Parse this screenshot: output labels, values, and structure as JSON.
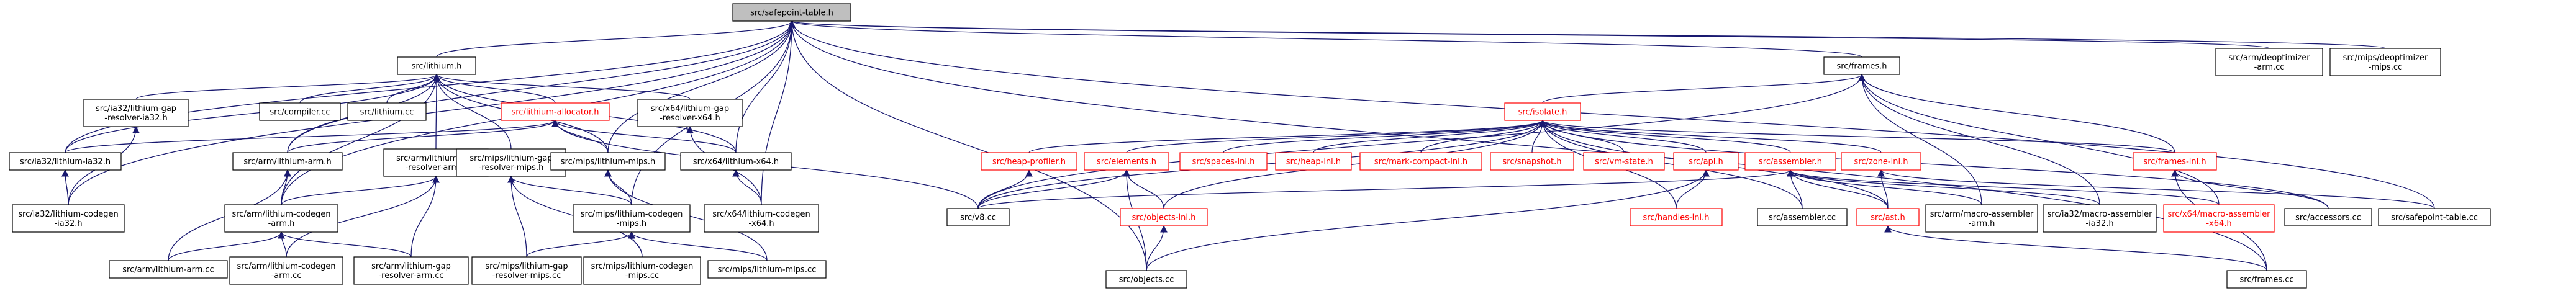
{
  "colors": {
    "edge": "#191970",
    "root_fill": "#bfbfbf",
    "node_fill": "#ffffff",
    "warn_border": "#ff0000",
    "text": "#000000"
  },
  "nodes": [
    {
      "id": "safepoint_h",
      "lines": [
        "src/safepoint-table.h"
      ],
      "kind": "root"
    },
    {
      "id": "lithium_h",
      "lines": [
        "src/lithium.h"
      ]
    },
    {
      "id": "frames_h",
      "lines": [
        "src/frames.h"
      ]
    },
    {
      "id": "arm_deopt",
      "lines": [
        "src/arm/deoptimizer",
        "-arm.cc"
      ]
    },
    {
      "id": "mips_deopt",
      "lines": [
        "src/mips/deoptimizer",
        "-mips.cc"
      ]
    },
    {
      "id": "ia32_gap_h",
      "lines": [
        "src/ia32/lithium-gap",
        "-resolver-ia32.h"
      ]
    },
    {
      "id": "compiler_cc",
      "lines": [
        "src/compiler.cc"
      ]
    },
    {
      "id": "lithium_cc",
      "lines": [
        "src/lithium.cc"
      ]
    },
    {
      "id": "allocator_h",
      "lines": [
        "src/lithium-allocator.h"
      ],
      "kind": "warn"
    },
    {
      "id": "x64_gap_h",
      "lines": [
        "src/x64/lithium-gap",
        "-resolver-x64.h"
      ]
    },
    {
      "id": "isolate_h",
      "lines": [
        "src/isolate.h"
      ],
      "kind": "warn"
    },
    {
      "id": "ia32_lithium_h",
      "lines": [
        "src/ia32/lithium-ia32.h"
      ]
    },
    {
      "id": "arm_lithium_h",
      "lines": [
        "src/arm/lithium-arm.h"
      ]
    },
    {
      "id": "arm_gap_h",
      "lines": [
        "src/arm/lithium-gap",
        "-resolver-arm.h"
      ]
    },
    {
      "id": "mips_gap_h",
      "lines": [
        "src/mips/lithium-gap",
        "-resolver-mips.h"
      ]
    },
    {
      "id": "mips_lithium_h",
      "lines": [
        "src/mips/lithium-mips.h"
      ]
    },
    {
      "id": "x64_lithium_h",
      "lines": [
        "src/x64/lithium-x64.h"
      ]
    },
    {
      "id": "heap_profiler_h",
      "lines": [
        "src/heap-profiler.h"
      ],
      "kind": "warn"
    },
    {
      "id": "elements_h",
      "lines": [
        "src/elements.h"
      ],
      "kind": "warn"
    },
    {
      "id": "spaces_inl_h",
      "lines": [
        "src/spaces-inl.h"
      ],
      "kind": "warn"
    },
    {
      "id": "heap_inl_h",
      "lines": [
        "src/heap-inl.h"
      ],
      "kind": "warn"
    },
    {
      "id": "mark_compact_inl_h",
      "lines": [
        "src/mark-compact-inl.h"
      ],
      "kind": "warn"
    },
    {
      "id": "snapshot_h",
      "lines": [
        "src/snapshot.h"
      ],
      "kind": "warn"
    },
    {
      "id": "vm_state_h",
      "lines": [
        "src/vm-state.h"
      ],
      "kind": "warn"
    },
    {
      "id": "api_h",
      "lines": [
        "src/api.h"
      ],
      "kind": "warn"
    },
    {
      "id": "assembler_h",
      "lines": [
        "src/assembler.h"
      ],
      "kind": "warn"
    },
    {
      "id": "zone_inl_h",
      "lines": [
        "src/zone-inl.h"
      ],
      "kind": "warn"
    },
    {
      "id": "frames_inl_h",
      "lines": [
        "src/frames-inl.h"
      ],
      "kind": "warn"
    },
    {
      "id": "ia32_codegen_h",
      "lines": [
        "src/ia32/lithium-codegen",
        "-ia32.h"
      ]
    },
    {
      "id": "arm_codegen_h",
      "lines": [
        "src/arm/lithium-codegen",
        "-arm.h"
      ]
    },
    {
      "id": "mips_codegen_h",
      "lines": [
        "src/mips/lithium-codegen",
        "-mips.h"
      ]
    },
    {
      "id": "x64_codegen_h",
      "lines": [
        "src/x64/lithium-codegen",
        "-x64.h"
      ]
    },
    {
      "id": "v8_cc",
      "lines": [
        "src/v8.cc"
      ]
    },
    {
      "id": "objects_inl_h",
      "lines": [
        "src/objects-inl.h"
      ],
      "kind": "warn"
    },
    {
      "id": "handles_inl_h",
      "lines": [
        "src/handles-inl.h"
      ],
      "kind": "warn"
    },
    {
      "id": "assembler_cc",
      "lines": [
        "src/assembler.cc"
      ]
    },
    {
      "id": "ast_h",
      "lines": [
        "src/ast.h"
      ],
      "kind": "warn"
    },
    {
      "id": "arm_macro_h",
      "lines": [
        "src/arm/macro-assembler",
        "-arm.h"
      ]
    },
    {
      "id": "ia32_macro_h",
      "lines": [
        "src/ia32/macro-assembler",
        "-ia32.h"
      ]
    },
    {
      "id": "x64_macro_h",
      "lines": [
        "src/x64/macro-assembler",
        "-x64.h"
      ],
      "kind": "warn"
    },
    {
      "id": "accessors_cc",
      "lines": [
        "src/accessors.cc"
      ]
    },
    {
      "id": "safepoint_cc",
      "lines": [
        "src/safepoint-table.cc"
      ]
    },
    {
      "id": "arm_lithium_cc",
      "lines": [
        "src/arm/lithium-arm.cc"
      ]
    },
    {
      "id": "arm_codegen_cc",
      "lines": [
        "src/arm/lithium-codegen",
        "-arm.cc"
      ]
    },
    {
      "id": "arm_gap_cc",
      "lines": [
        "src/arm/lithium-gap",
        "-resolver-arm.cc"
      ]
    },
    {
      "id": "mips_gap_cc",
      "lines": [
        "src/mips/lithium-gap",
        "-resolver-mips.cc"
      ]
    },
    {
      "id": "mips_codegen_cc",
      "lines": [
        "src/mips/lithium-codegen",
        "-mips.cc"
      ]
    },
    {
      "id": "mips_lithium_cc",
      "lines": [
        "src/mips/lithium-mips.cc"
      ]
    },
    {
      "id": "objects_cc",
      "lines": [
        "src/objects.cc"
      ]
    },
    {
      "id": "frames_cc",
      "lines": [
        "src/frames.cc"
      ]
    }
  ],
  "edges": [
    [
      "lithium_h",
      "safepoint_h"
    ],
    [
      "frames_h",
      "safepoint_h"
    ],
    [
      "arm_deopt",
      "safepoint_h"
    ],
    [
      "mips_deopt",
      "safepoint_h"
    ],
    [
      "arm_lithium_h",
      "safepoint_h"
    ],
    [
      "ia32_lithium_h",
      "safepoint_h"
    ],
    [
      "ia32_codegen_h",
      "safepoint_h"
    ],
    [
      "arm_codegen_h",
      "safepoint_h"
    ],
    [
      "mips_lithium_h",
      "safepoint_h"
    ],
    [
      "mips_codegen_h",
      "safepoint_h"
    ],
    [
      "x64_lithium_h",
      "safepoint_h"
    ],
    [
      "x64_codegen_h",
      "safepoint_h"
    ],
    [
      "objects_cc",
      "safepoint_h"
    ],
    [
      "safepoint_cc",
      "safepoint_h"
    ],
    [
      "frames_cc",
      "safepoint_h"
    ],
    [
      "ia32_gap_h",
      "lithium_h"
    ],
    [
      "compiler_cc",
      "lithium_h"
    ],
    [
      "lithium_cc",
      "lithium_h"
    ],
    [
      "allocator_h",
      "lithium_h"
    ],
    [
      "x64_gap_h",
      "lithium_h"
    ],
    [
      "arm_gap_h",
      "lithium_h"
    ],
    [
      "mips_gap_h",
      "lithium_h"
    ],
    [
      "mips_lithium_h",
      "lithium_h"
    ],
    [
      "x64_lithium_h",
      "lithium_h"
    ],
    [
      "arm_lithium_h",
      "lithium_h"
    ],
    [
      "ia32_lithium_h",
      "lithium_h"
    ],
    [
      "arm_codegen_h",
      "lithium_h"
    ],
    [
      "ia32_lithium_h",
      "allocator_h"
    ],
    [
      "arm_lithium_h",
      "allocator_h"
    ],
    [
      "mips_lithium_h",
      "allocator_h"
    ],
    [
      "x64_lithium_h",
      "allocator_h"
    ],
    [
      "v8_cc",
      "allocator_h"
    ],
    [
      "ia32_codegen_h",
      "ia32_gap_h"
    ],
    [
      "x64_codegen_h",
      "x64_gap_h"
    ],
    [
      "ia32_codegen_h",
      "ia32_lithium_h"
    ],
    [
      "arm_codegen_h",
      "arm_lithium_h"
    ],
    [
      "arm_lithium_cc",
      "arm_lithium_h"
    ],
    [
      "arm_codegen_h",
      "arm_gap_h"
    ],
    [
      "arm_codegen_cc",
      "arm_gap_h"
    ],
    [
      "arm_gap_cc",
      "arm_gap_h"
    ],
    [
      "arm_lithium_cc",
      "arm_codegen_h"
    ],
    [
      "arm_codegen_cc",
      "arm_codegen_h"
    ],
    [
      "arm_gap_cc",
      "arm_codegen_h"
    ],
    [
      "mips_gap_cc",
      "mips_gap_h"
    ],
    [
      "mips_codegen_cc",
      "mips_gap_h"
    ],
    [
      "mips_codegen_h",
      "mips_gap_h"
    ],
    [
      "mips_codegen_h",
      "mips_lithium_h"
    ],
    [
      "mips_lithium_cc",
      "mips_lithium_h"
    ],
    [
      "mips_gap_cc",
      "mips_codegen_h"
    ],
    [
      "mips_codegen_cc",
      "mips_codegen_h"
    ],
    [
      "mips_lithium_cc",
      "mips_codegen_h"
    ],
    [
      "x64_codegen_h",
      "x64_lithium_h"
    ],
    [
      "isolate_h",
      "frames_h"
    ],
    [
      "v8_cc",
      "frames_h"
    ],
    [
      "frames_inl_h",
      "frames_h"
    ],
    [
      "arm_macro_h",
      "frames_h"
    ],
    [
      "ia32_macro_h",
      "frames_h"
    ],
    [
      "x64_macro_h",
      "frames_h"
    ],
    [
      "heap_profiler_h",
      "isolate_h"
    ],
    [
      "elements_h",
      "isolate_h"
    ],
    [
      "spaces_inl_h",
      "isolate_h"
    ],
    [
      "heap_inl_h",
      "isolate_h"
    ],
    [
      "mark_compact_inl_h",
      "isolate_h"
    ],
    [
      "snapshot_h",
      "isolate_h"
    ],
    [
      "vm_state_h",
      "isolate_h"
    ],
    [
      "api_h",
      "isolate_h"
    ],
    [
      "assembler_h",
      "isolate_h"
    ],
    [
      "zone_inl_h",
      "isolate_h"
    ],
    [
      "frames_inl_h",
      "isolate_h"
    ],
    [
      "v8_cc",
      "isolate_h"
    ],
    [
      "objects_inl_h",
      "isolate_h"
    ],
    [
      "handles_inl_h",
      "isolate_h"
    ],
    [
      "assembler_cc",
      "isolate_h"
    ],
    [
      "ast_h",
      "isolate_h"
    ],
    [
      "accessors_cc",
      "isolate_h"
    ],
    [
      "v8_cc",
      "heap_profiler_h"
    ],
    [
      "v8_cc",
      "elements_h"
    ],
    [
      "objects_inl_h",
      "elements_h"
    ],
    [
      "objects_cc",
      "elements_h"
    ],
    [
      "handles_inl_h",
      "api_h"
    ],
    [
      "objects_cc",
      "api_h"
    ],
    [
      "v8_cc",
      "assembler_h"
    ],
    [
      "assembler_cc",
      "assembler_h"
    ],
    [
      "ast_h",
      "assembler_h"
    ],
    [
      "arm_macro_h",
      "assembler_h"
    ],
    [
      "ia32_macro_h",
      "assembler_h"
    ],
    [
      "x64_macro_h",
      "assembler_h"
    ],
    [
      "ast_h",
      "zone_inl_h"
    ],
    [
      "safepoint_cc",
      "zone_inl_h"
    ],
    [
      "accessors_cc",
      "frames_inl_h"
    ],
    [
      "frames_cc",
      "frames_inl_h"
    ],
    [
      "objects_cc",
      "objects_inl_h"
    ],
    [
      "frames_cc",
      "ast_h"
    ],
    [
      "ia32_codegen_h",
      "ia32_lithium_h"
    ]
  ]
}
